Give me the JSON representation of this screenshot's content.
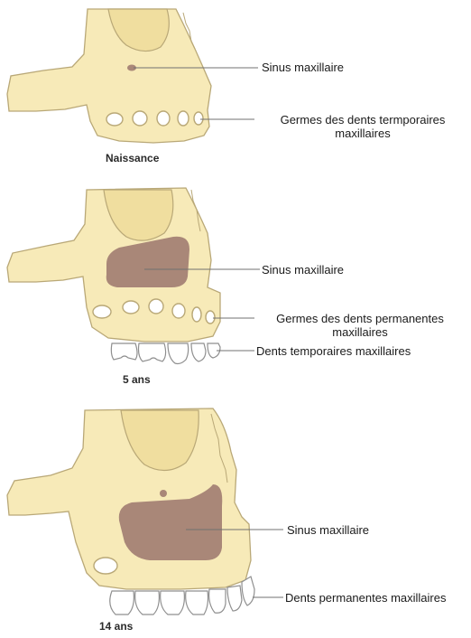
{
  "panels": [
    {
      "stage": "Naissance",
      "labels": {
        "sinus": "Sinus maxillaire",
        "germes_line1": "Germes des dents termporaires",
        "germes_line2": "maxillaires"
      }
    },
    {
      "stage": "5 ans",
      "labels": {
        "sinus": "Sinus maxillaire",
        "germes_line1": "Germes des dents permanentes",
        "germes_line2": "maxillaires",
        "dents": "Dents temporaires maxillaires"
      }
    },
    {
      "stage": "14 ans",
      "labels": {
        "sinus": "Sinus maxillaire",
        "dents": "Dents permanentes maxillaires"
      }
    }
  ],
  "colors": {
    "bone": "#f7eab8",
    "bone_outline": "#b9a877",
    "sinus": "#a98778",
    "tooth": "#ffffff",
    "leader": "#707070"
  }
}
